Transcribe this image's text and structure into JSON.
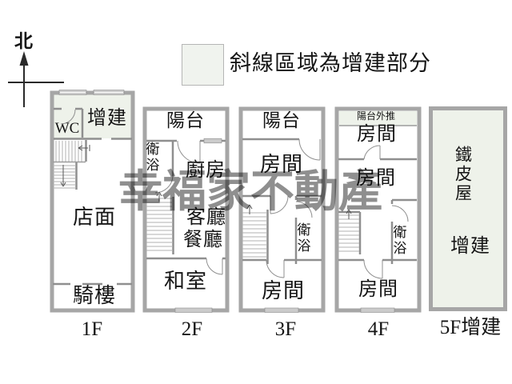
{
  "compass": {
    "north_label": "北"
  },
  "legend": {
    "text": "斜線區域為增建部分"
  },
  "watermark": {
    "text": "幸福家不動產"
  },
  "colors": {
    "addition_fill": "#eef2ea",
    "legend_swatch": "#f0f3ee",
    "wall_gray": "#a6a6a6",
    "watermark_gray": "#8f8f8f"
  },
  "floors": [
    {
      "label": "1F",
      "rooms": {
        "addition": "增建",
        "wc": "WC",
        "storefront": "店面",
        "arcade": "騎樓"
      }
    },
    {
      "label": "2F",
      "rooms": {
        "balcony": "陽台",
        "bathroom": "衛浴",
        "kitchen": "廚房",
        "living": "客廳",
        "dining": "餐廳",
        "tatami": "和室"
      }
    },
    {
      "label": "3F",
      "rooms": {
        "balcony": "陽台",
        "room_front": "房間",
        "bathroom": "衛浴",
        "room_back": "房間"
      }
    },
    {
      "label": "4F",
      "rooms": {
        "balcony": "陽台外推",
        "room_front": "房間",
        "room_middle": "房間",
        "bathroom": "衛浴",
        "room_back": "房間"
      }
    },
    {
      "label": "5F增建",
      "rooms": {
        "metal_house": "鐵皮屋",
        "addition": "增建"
      }
    }
  ]
}
